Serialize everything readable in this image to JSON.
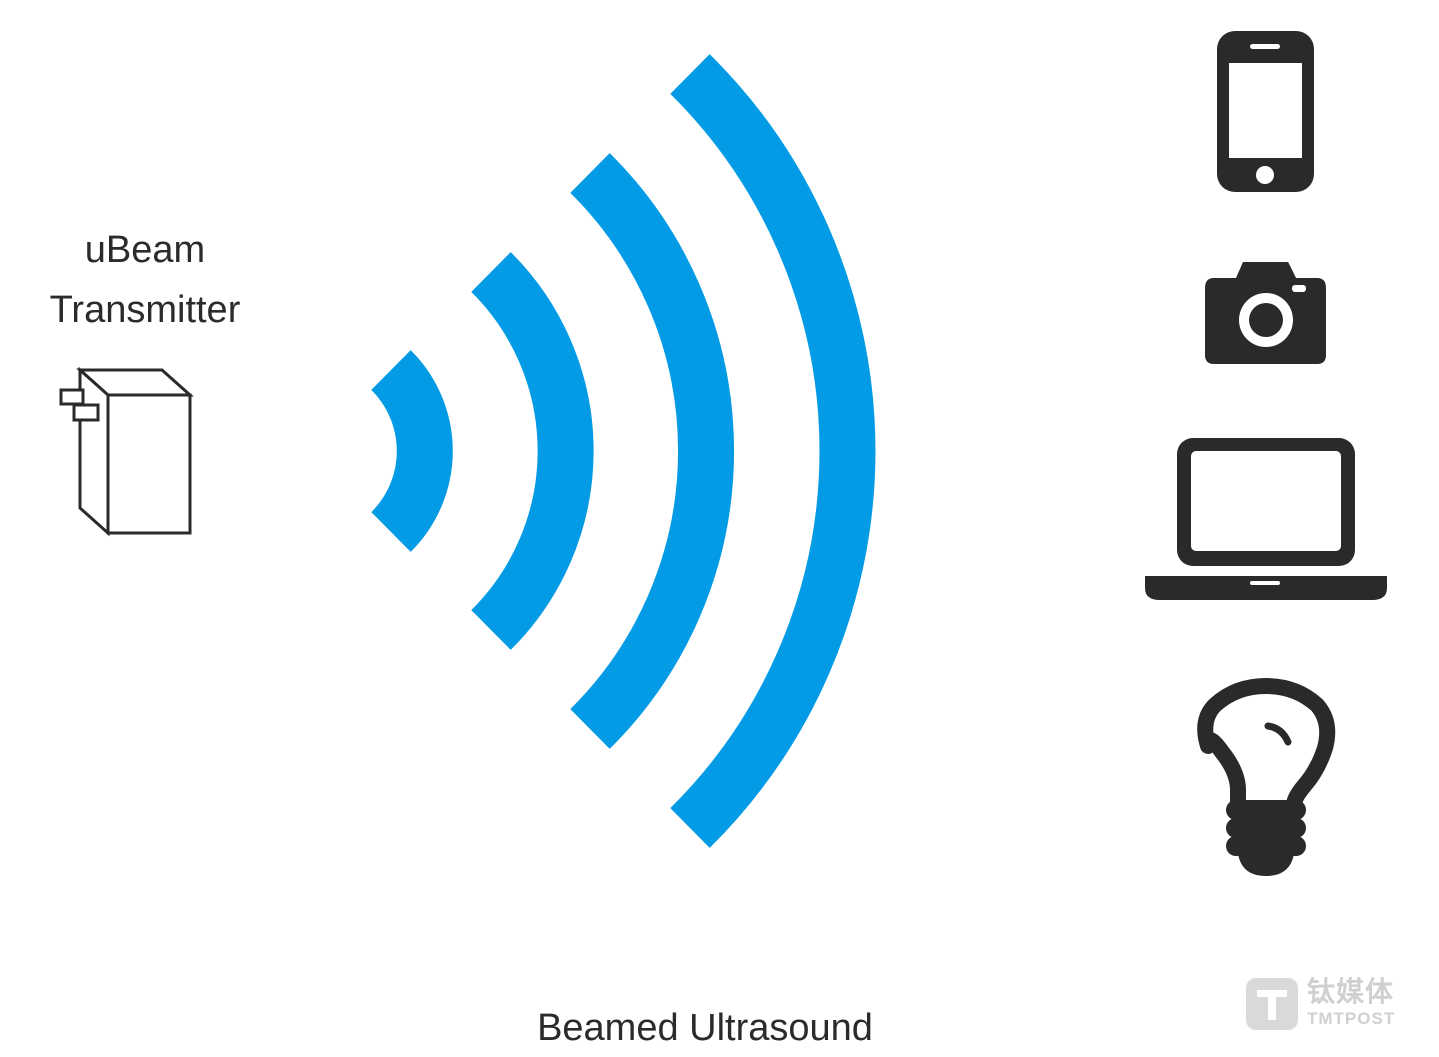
{
  "transmitter": {
    "title_line1": "uBeam",
    "title_line2": "Transmitter"
  },
  "caption": "Beamed Ultrasound",
  "watermark": {
    "cn": "钛媒体",
    "en": "TMTPOST"
  },
  "colors": {
    "wave": "#039be5",
    "icon": "#2a2a2a",
    "text": "#2b2b2b",
    "watermark": "#d0d0d0"
  },
  "icons": [
    "transmitter-box-icon",
    "smartphone-icon",
    "camera-icon",
    "laptop-icon",
    "lightbulb-icon"
  ]
}
